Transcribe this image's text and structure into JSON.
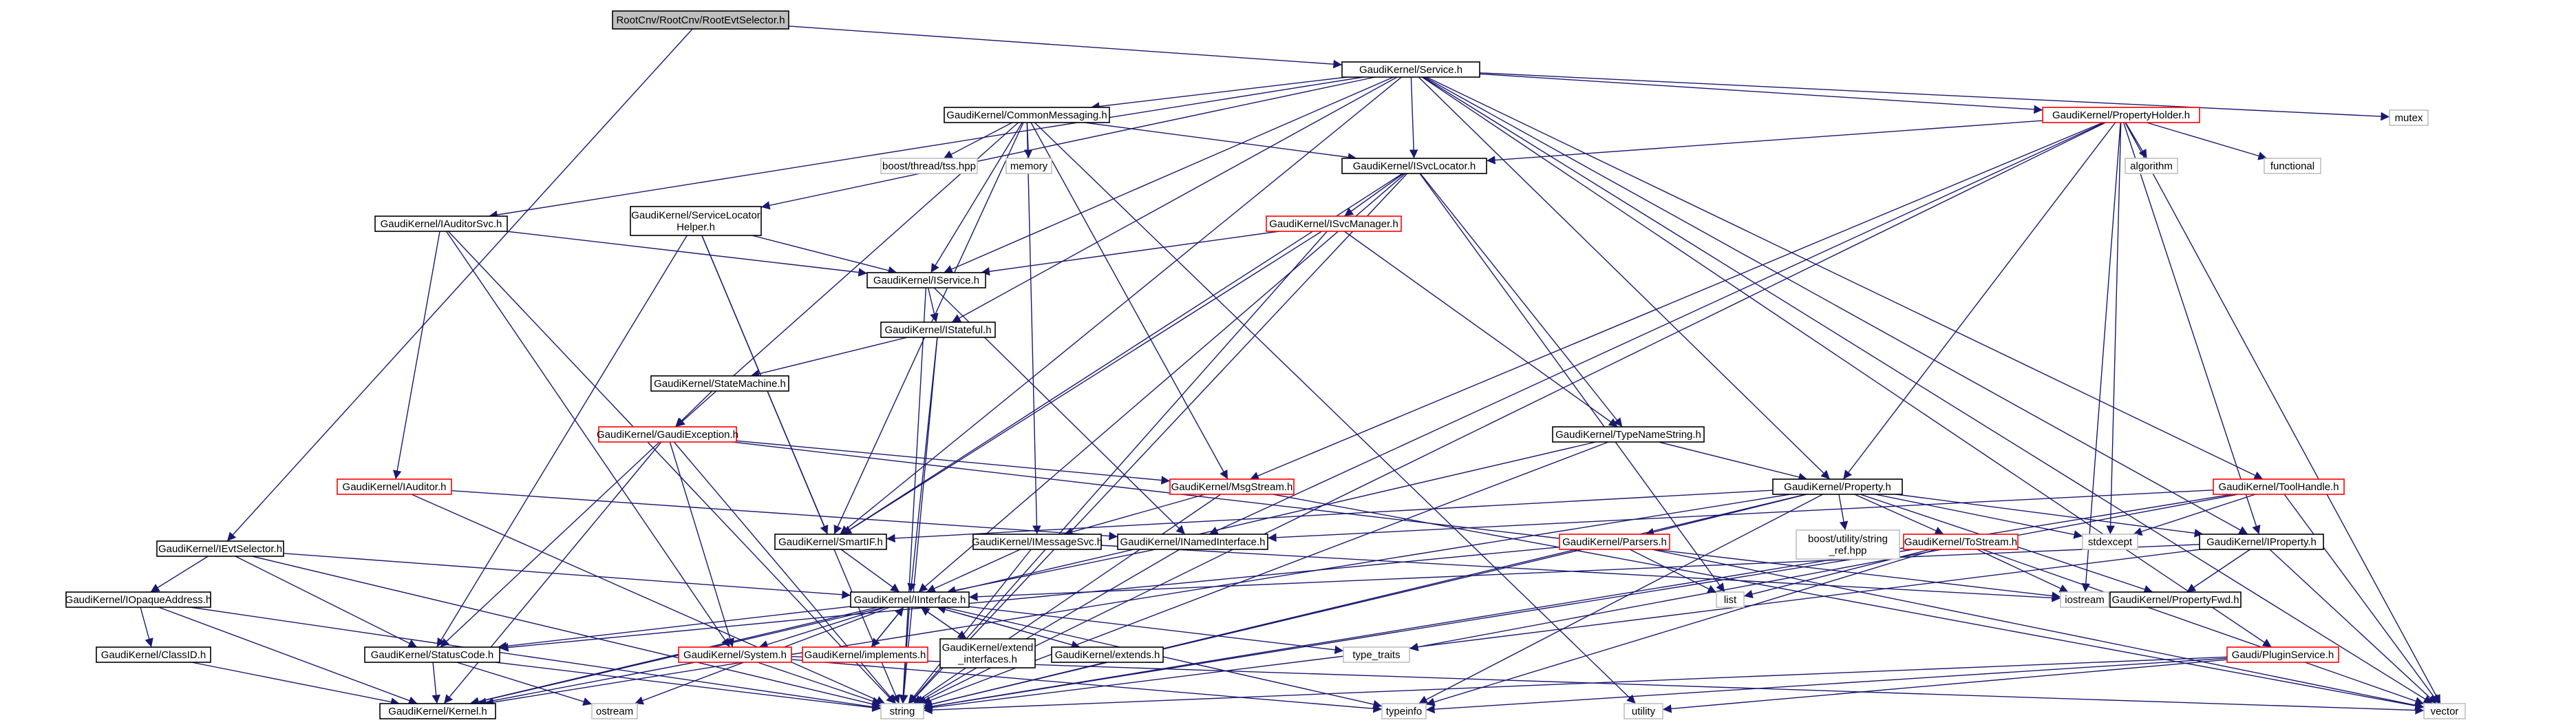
{
  "colors": {
    "edge": "#191970",
    "node_border": "#000000",
    "node_fill": "#ffffff",
    "root_fill": "#bfbfbf",
    "incomplete_border": "#ff0000",
    "system_border": "#bfbfbf",
    "system_text": "#7f7f7f"
  },
  "nodes": [
    {
      "id": "root",
      "label": "RootCnv/RootCnv/RootEvtSelector.h",
      "kind": "root"
    },
    {
      "id": "service",
      "label": "GaudiKernel/Service.h",
      "kind": "header"
    },
    {
      "id": "ievtselector",
      "label": "GaudiKernel/IEvtSelector.h",
      "kind": "header"
    },
    {
      "id": "commonmessaging",
      "label": "GaudiKernel/CommonMessaging.h",
      "kind": "header"
    },
    {
      "id": "propertyholder",
      "label": "GaudiKernel/PropertyHolder.h",
      "kind": "incomplete"
    },
    {
      "id": "mutex",
      "label": "mutex",
      "kind": "system"
    },
    {
      "id": "iauditorsvc",
      "label": "GaudiKernel/IAuditorSvc.h",
      "kind": "header"
    },
    {
      "id": "servicelocatorhelper",
      "label": "GaudiKernel/ServiceLocator\nHelper.h",
      "kind": "header"
    },
    {
      "id": "boostthread",
      "label": "boost/thread/tss.hpp",
      "kind": "system"
    },
    {
      "id": "memory",
      "label": "memory",
      "kind": "system"
    },
    {
      "id": "isvclocator",
      "label": "GaudiKernel/ISvcLocator.h",
      "kind": "header"
    },
    {
      "id": "algorithm",
      "label": "algorithm",
      "kind": "system"
    },
    {
      "id": "functional",
      "label": "functional",
      "kind": "system"
    },
    {
      "id": "isvcmanager",
      "label": "GaudiKernel/ISvcManager.h",
      "kind": "incomplete"
    },
    {
      "id": "iservice",
      "label": "GaudiKernel/IService.h",
      "kind": "header"
    },
    {
      "id": "istateful",
      "label": "GaudiKernel/IStateful.h",
      "kind": "header"
    },
    {
      "id": "statemachine",
      "label": "GaudiKernel/StateMachine.h",
      "kind": "header"
    },
    {
      "id": "gaudiexception",
      "label": "GaudiKernel/GaudiException.h",
      "kind": "incomplete"
    },
    {
      "id": "typenamestring",
      "label": "GaudiKernel/TypeNameString.h",
      "kind": "header"
    },
    {
      "id": "iauditor",
      "label": "GaudiKernel/IAuditor.h",
      "kind": "incomplete"
    },
    {
      "id": "msgstream",
      "label": "GaudiKernel/MsgStream.h",
      "kind": "incomplete"
    },
    {
      "id": "property",
      "label": "GaudiKernel/Property.h",
      "kind": "header"
    },
    {
      "id": "toolhandle",
      "label": "GaudiKernel/ToolHandle.h",
      "kind": "incomplete"
    },
    {
      "id": "boostutility",
      "label": "boost/utility/string\n_ref.hpp",
      "kind": "system"
    },
    {
      "id": "smartif",
      "label": "GaudiKernel/SmartIF.h",
      "kind": "header"
    },
    {
      "id": "imessagesvc",
      "label": "GaudiKernel/IMessageSvc.h",
      "kind": "header"
    },
    {
      "id": "inamedinterface",
      "label": "GaudiKernel/INamedInterface.h",
      "kind": "header"
    },
    {
      "id": "parsers",
      "label": "GaudiKernel/Parsers.h",
      "kind": "incomplete"
    },
    {
      "id": "tostream",
      "label": "GaudiKernel/ToStream.h",
      "kind": "incomplete"
    },
    {
      "id": "stdexcept",
      "label": "stdexcept",
      "kind": "system"
    },
    {
      "id": "iproperty",
      "label": "GaudiKernel/IProperty.h",
      "kind": "header"
    },
    {
      "id": "iopaqueaddress",
      "label": "GaudiKernel/IOpaqueAddress.h",
      "kind": "header"
    },
    {
      "id": "iinterface",
      "label": "GaudiKernel/IInterface.h",
      "kind": "header"
    },
    {
      "id": "list",
      "label": "list",
      "kind": "system"
    },
    {
      "id": "iostream",
      "label": "iostream",
      "kind": "system"
    },
    {
      "id": "propertyfwd",
      "label": "GaudiKernel/PropertyFwd.h",
      "kind": "header"
    },
    {
      "id": "classid",
      "label": "GaudiKernel/ClassID.h",
      "kind": "header"
    },
    {
      "id": "statuscode",
      "label": "GaudiKernel/StatusCode.h",
      "kind": "header"
    },
    {
      "id": "system",
      "label": "GaudiKernel/System.h",
      "kind": "incomplete"
    },
    {
      "id": "implements",
      "label": "GaudiKernel/implements.h",
      "kind": "incomplete"
    },
    {
      "id": "extendinterfaces",
      "label": "GaudiKernel/extend\n_interfaces.h",
      "kind": "header"
    },
    {
      "id": "extends",
      "label": "GaudiKernel/extends.h",
      "kind": "header"
    },
    {
      "id": "typetraits",
      "label": "type_traits",
      "kind": "system"
    },
    {
      "id": "pluginservice",
      "label": "Gaudi/PluginService.h",
      "kind": "incomplete"
    },
    {
      "id": "kernel",
      "label": "GaudiKernel/Kernel.h",
      "kind": "header"
    },
    {
      "id": "ostream",
      "label": "ostream",
      "kind": "system"
    },
    {
      "id": "string",
      "label": "string",
      "kind": "system"
    },
    {
      "id": "typeinfo",
      "label": "typeinfo",
      "kind": "system"
    },
    {
      "id": "utility",
      "label": "utility",
      "kind": "system"
    },
    {
      "id": "vector",
      "label": "vector",
      "kind": "system"
    }
  ],
  "edges": [
    [
      "root",
      "service"
    ],
    [
      "root",
      "ievtselector"
    ],
    [
      "service",
      "commonmessaging"
    ],
    [
      "service",
      "propertyholder"
    ],
    [
      "service",
      "mutex"
    ],
    [
      "service",
      "iauditorsvc"
    ],
    [
      "service",
      "servicelocatorhelper"
    ],
    [
      "service",
      "isvclocator"
    ],
    [
      "service",
      "iservice"
    ],
    [
      "service",
      "istateful"
    ],
    [
      "service",
      "smartif"
    ],
    [
      "service",
      "property"
    ],
    [
      "service",
      "toolhandle"
    ],
    [
      "service",
      "iproperty"
    ],
    [
      "service",
      "pluginservice"
    ],
    [
      "service",
      "vector"
    ],
    [
      "commonmessaging",
      "isvclocator"
    ],
    [
      "commonmessaging",
      "boostthread"
    ],
    [
      "commonmessaging",
      "memory"
    ],
    [
      "commonmessaging",
      "iservice"
    ],
    [
      "commonmessaging",
      "smartif"
    ],
    [
      "commonmessaging",
      "gaudiexception"
    ],
    [
      "commonmessaging",
      "msgstream"
    ],
    [
      "commonmessaging",
      "imessagesvc"
    ],
    [
      "commonmessaging",
      "utility"
    ],
    [
      "propertyholder",
      "isvclocator"
    ],
    [
      "propertyholder",
      "algorithm"
    ],
    [
      "propertyholder",
      "functional"
    ],
    [
      "propertyholder",
      "msgstream"
    ],
    [
      "propertyholder",
      "property"
    ],
    [
      "propertyholder",
      "inamedinterface"
    ],
    [
      "propertyholder",
      "stdexcept"
    ],
    [
      "propertyholder",
      "iproperty"
    ],
    [
      "propertyholder",
      "iostream"
    ],
    [
      "propertyholder",
      "string"
    ],
    [
      "propertyholder",
      "vector"
    ],
    [
      "iauditorsvc",
      "iservice"
    ],
    [
      "iauditorsvc",
      "iauditor"
    ],
    [
      "iauditorsvc",
      "system"
    ],
    [
      "iauditorsvc",
      "string"
    ],
    [
      "servicelocatorhelper",
      "iservice"
    ],
    [
      "servicelocatorhelper",
      "smartif"
    ],
    [
      "servicelocatorhelper",
      "statuscode"
    ],
    [
      "servicelocatorhelper",
      "string"
    ],
    [
      "isvclocator",
      "isvcmanager"
    ],
    [
      "isvclocator",
      "typenamestring"
    ],
    [
      "isvclocator",
      "smartif"
    ],
    [
      "isvclocator",
      "iinterface"
    ],
    [
      "isvclocator",
      "list"
    ],
    [
      "isvclocator",
      "string"
    ],
    [
      "isvcmanager",
      "iservice"
    ],
    [
      "isvcmanager",
      "typenamestring"
    ],
    [
      "isvcmanager",
      "smartif"
    ],
    [
      "isvcmanager",
      "string"
    ],
    [
      "iservice",
      "istateful"
    ],
    [
      "iservice",
      "inamedinterface"
    ],
    [
      "iservice",
      "string"
    ],
    [
      "istateful",
      "statemachine"
    ],
    [
      "istateful",
      "iinterface"
    ],
    [
      "istateful",
      "string"
    ],
    [
      "statemachine",
      "gaudiexception"
    ],
    [
      "gaudiexception",
      "msgstream"
    ],
    [
      "gaudiexception",
      "statuscode"
    ],
    [
      "gaudiexception",
      "system"
    ],
    [
      "gaudiexception",
      "kernel"
    ],
    [
      "gaudiexception",
      "iostream"
    ],
    [
      "gaudiexception",
      "string"
    ],
    [
      "typenamestring",
      "property"
    ],
    [
      "typenamestring",
      "kernel"
    ],
    [
      "typenamestring",
      "string"
    ],
    [
      "iauditor",
      "inamedinterface"
    ],
    [
      "iauditor",
      "string"
    ],
    [
      "msgstream",
      "imessagesvc"
    ],
    [
      "msgstream",
      "string"
    ],
    [
      "msgstream",
      "vector"
    ],
    [
      "property",
      "smartif"
    ],
    [
      "property",
      "boostutility"
    ],
    [
      "property",
      "parsers"
    ],
    [
      "property",
      "tostream"
    ],
    [
      "property",
      "stdexcept"
    ],
    [
      "property",
      "iproperty"
    ],
    [
      "property",
      "propertyfwd"
    ],
    [
      "property",
      "kernel"
    ],
    [
      "property",
      "string"
    ],
    [
      "property",
      "typeinfo"
    ],
    [
      "toolhandle",
      "inamedinterface"
    ],
    [
      "toolhandle",
      "stdexcept"
    ],
    [
      "toolhandle",
      "typetraits"
    ],
    [
      "toolhandle",
      "string"
    ],
    [
      "toolhandle",
      "vector"
    ],
    [
      "smartif",
      "iinterface"
    ],
    [
      "imessagesvc",
      "iinterface"
    ],
    [
      "imessagesvc",
      "string"
    ],
    [
      "imessagesvc",
      "iostream"
    ],
    [
      "inamedinterface",
      "iinterface"
    ],
    [
      "inamedinterface",
      "string"
    ],
    [
      "parsers",
      "statuscode"
    ],
    [
      "parsers",
      "list"
    ],
    [
      "parsers",
      "string"
    ],
    [
      "parsers",
      "vector"
    ],
    [
      "tostream",
      "list"
    ],
    [
      "tostream",
      "iostream"
    ],
    [
      "tostream",
      "string"
    ],
    [
      "tostream",
      "vector"
    ],
    [
      "tostream",
      "typeinfo"
    ],
    [
      "iproperty",
      "iinterface"
    ],
    [
      "iproperty",
      "propertyfwd"
    ],
    [
      "iproperty",
      "string"
    ],
    [
      "iproperty",
      "vector"
    ],
    [
      "ievtselector",
      "iopaqueaddress"
    ],
    [
      "ievtselector",
      "statuscode"
    ],
    [
      "ievtselector",
      "iinterface"
    ],
    [
      "ievtselector",
      "string"
    ],
    [
      "iopaqueaddress",
      "classid"
    ],
    [
      "iopaqueaddress",
      "kernel"
    ],
    [
      "iopaqueaddress",
      "string"
    ],
    [
      "iinterface",
      "statuscode"
    ],
    [
      "iinterface",
      "system"
    ],
    [
      "iinterface",
      "implements"
    ],
    [
      "iinterface",
      "extendinterfaces"
    ],
    [
      "iinterface",
      "extends"
    ],
    [
      "iinterface",
      "typetraits"
    ],
    [
      "iinterface",
      "kernel"
    ],
    [
      "iinterface",
      "ostream"
    ],
    [
      "iinterface",
      "string"
    ],
    [
      "iinterface",
      "typeinfo"
    ],
    [
      "implements",
      "iinterface"
    ],
    [
      "extendinterfaces",
      "iinterface"
    ],
    [
      "extends",
      "iinterface"
    ],
    [
      "classid",
      "kernel"
    ],
    [
      "statuscode",
      "kernel"
    ],
    [
      "statuscode",
      "ostream"
    ],
    [
      "statuscode",
      "string"
    ],
    [
      "system",
      "kernel"
    ],
    [
      "system",
      "string"
    ],
    [
      "system",
      "typeinfo"
    ],
    [
      "system",
      "vector"
    ],
    [
      "pluginservice",
      "string"
    ],
    [
      "pluginservice",
      "typeinfo"
    ],
    [
      "pluginservice",
      "utility"
    ]
  ]
}
